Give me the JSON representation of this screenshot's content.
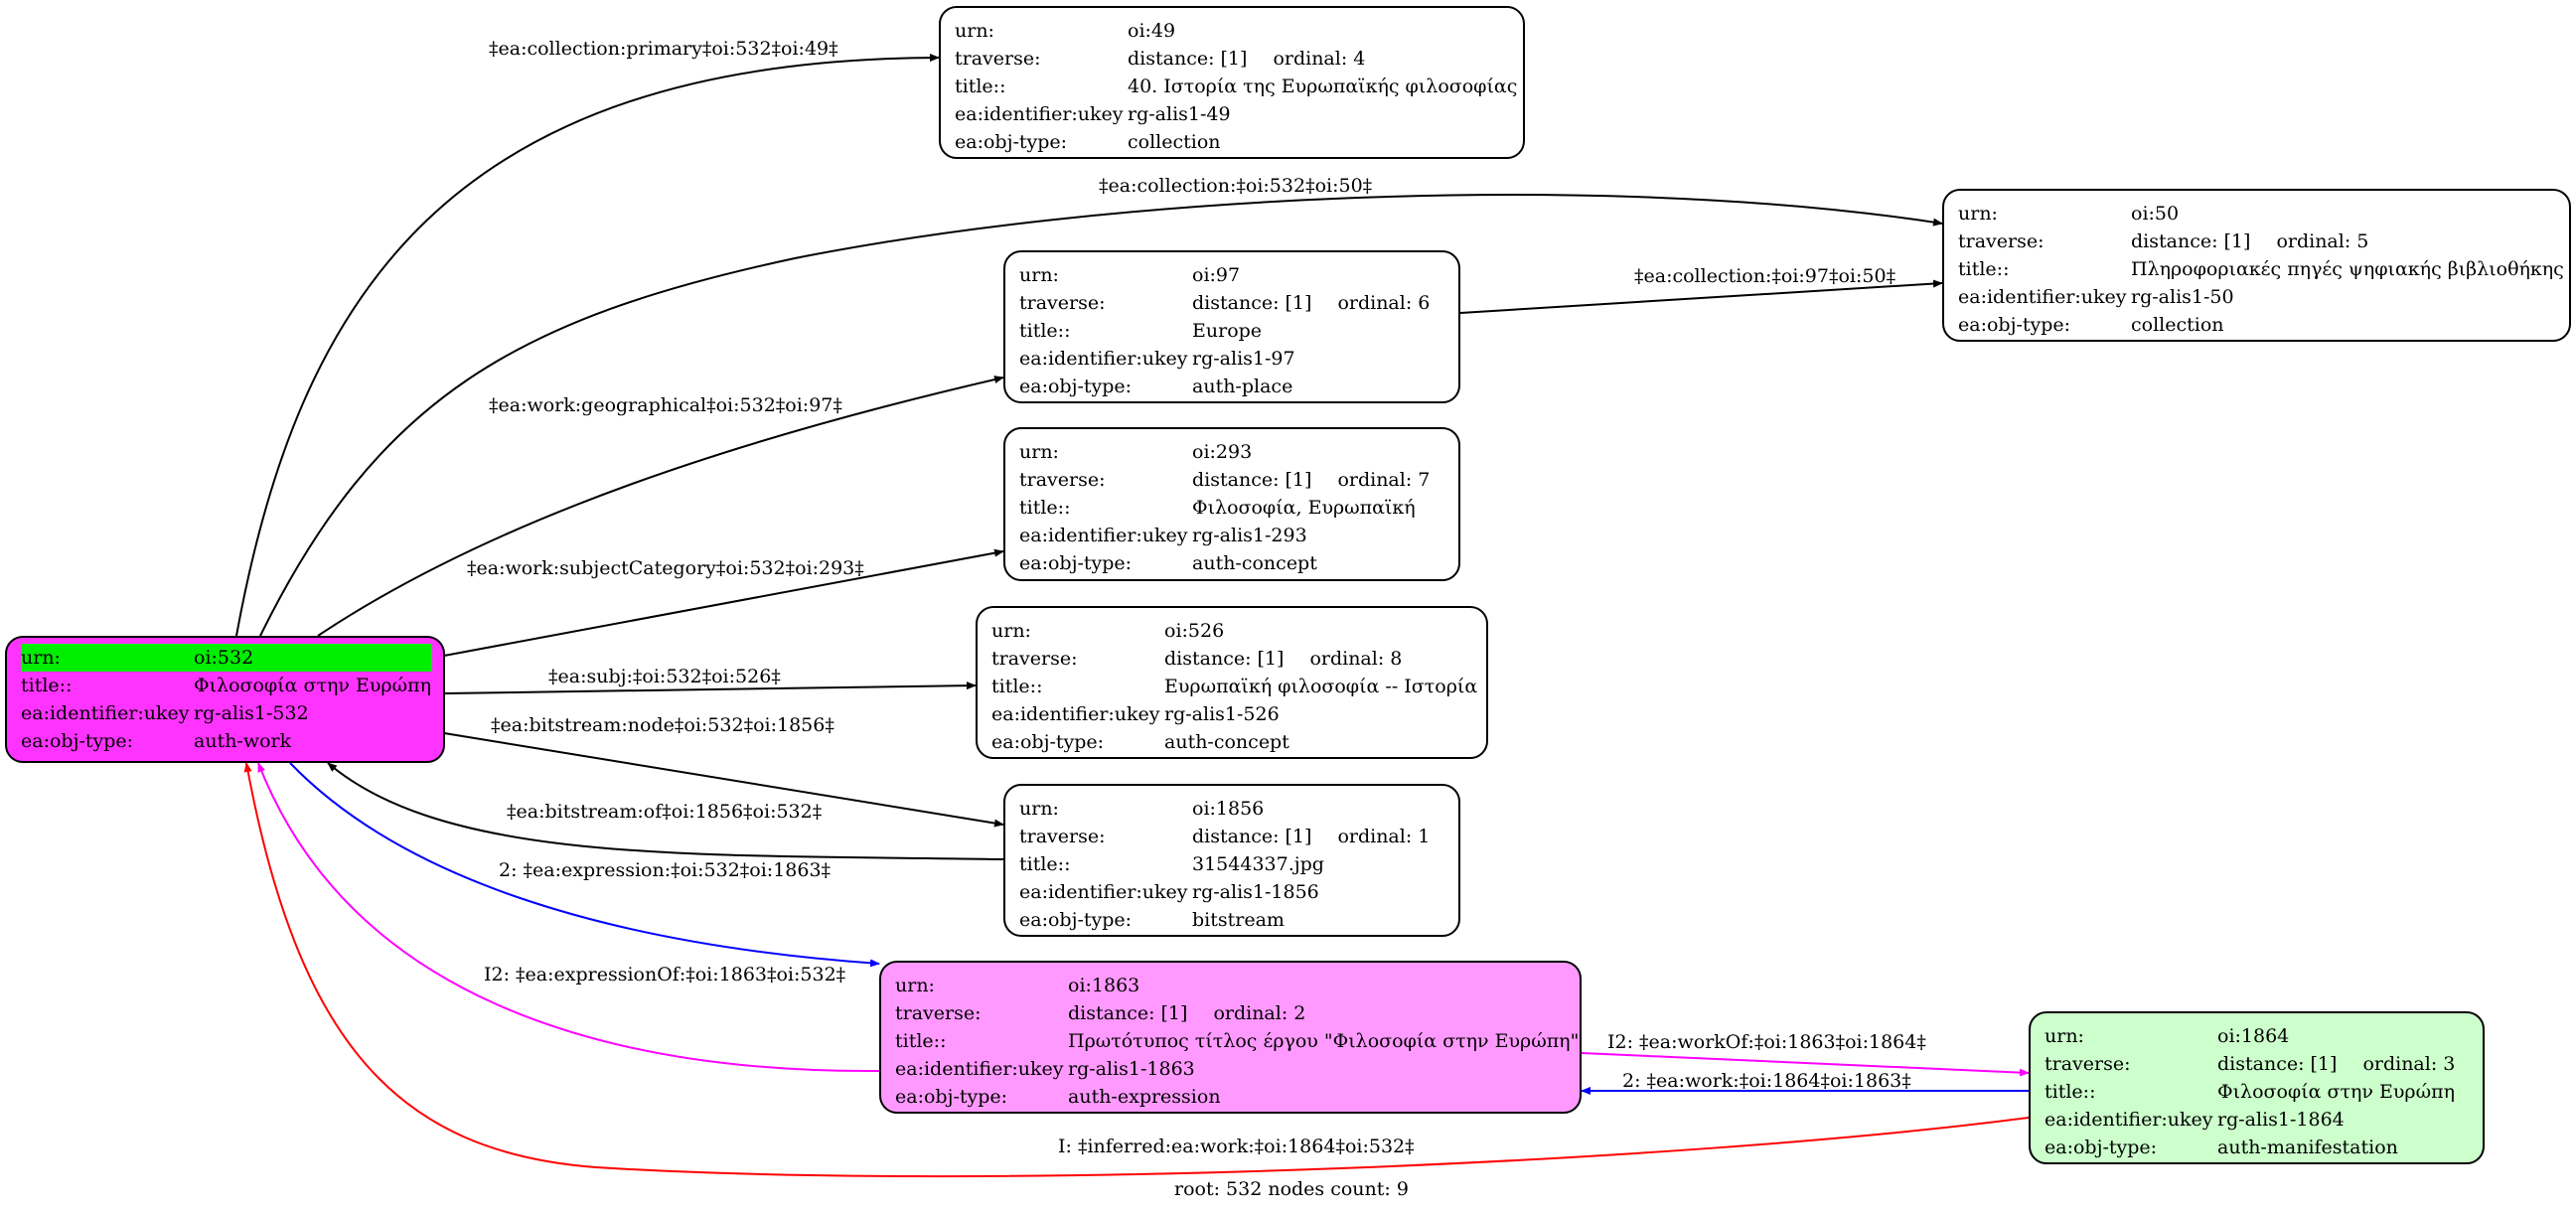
{
  "colors": {
    "root_fill": "#ff33ff",
    "expression_fill": "#ff99ff",
    "manifestation_fill": "#ccffcc",
    "highlight": "#00ee00",
    "edge_blue": "#0000ff",
    "edge_magenta": "#ff00ff",
    "edge_red": "#ff0000"
  },
  "nodes": {
    "n532": {
      "urn_k": "urn:",
      "urn_v": "oi:532",
      "title_k": "title::",
      "title_v": "Φιλοσοφία στην Ευρώπη",
      "ukey_k": "ea:identifier:ukey",
      "ukey_v": "rg-alis1-532",
      "type_k": "ea:obj-type:",
      "type_v": "auth-work"
    },
    "n49": {
      "urn_k": "urn:",
      "urn_v": "oi:49",
      "trav_k": "traverse:",
      "dist": "distance: [1]",
      "ord": "ordinal: 4",
      "title_k": "title::",
      "title_v": "40. Ιστορία της Ευρωπαϊκής φιλοσοφίας",
      "ukey_k": "ea:identifier:ukey",
      "ukey_v": "rg-alis1-49",
      "type_k": "ea:obj-type:",
      "type_v": "collection"
    },
    "n50": {
      "urn_k": "urn:",
      "urn_v": "oi:50",
      "trav_k": "traverse:",
      "dist": "distance: [1]",
      "ord": "ordinal: 5",
      "title_k": "title::",
      "title_v": "Πληροφοριακές πηγές ψηφιακής βιβλιοθήκης",
      "ukey_k": "ea:identifier:ukey",
      "ukey_v": "rg-alis1-50",
      "type_k": "ea:obj-type:",
      "type_v": "collection"
    },
    "n97": {
      "urn_k": "urn:",
      "urn_v": "oi:97",
      "trav_k": "traverse:",
      "dist": "distance: [1]",
      "ord": "ordinal: 6",
      "title_k": "title::",
      "title_v": "Europe",
      "ukey_k": "ea:identifier:ukey",
      "ukey_v": "rg-alis1-97",
      "type_k": "ea:obj-type:",
      "type_v": "auth-place"
    },
    "n293": {
      "urn_k": "urn:",
      "urn_v": "oi:293",
      "trav_k": "traverse:",
      "dist": "distance: [1]",
      "ord": "ordinal: 7",
      "title_k": "title::",
      "title_v": "Φιλοσοφία, Ευρωπαϊκή",
      "ukey_k": "ea:identifier:ukey",
      "ukey_v": "rg-alis1-293",
      "type_k": "ea:obj-type:",
      "type_v": "auth-concept"
    },
    "n526": {
      "urn_k": "urn:",
      "urn_v": "oi:526",
      "trav_k": "traverse:",
      "dist": "distance: [1]",
      "ord": "ordinal: 8",
      "title_k": "title::",
      "title_v": "Ευρωπαϊκή φιλοσοφία -- Ιστορία",
      "ukey_k": "ea:identifier:ukey",
      "ukey_v": "rg-alis1-526",
      "type_k": "ea:obj-type:",
      "type_v": "auth-concept"
    },
    "n1856": {
      "urn_k": "urn:",
      "urn_v": "oi:1856",
      "trav_k": "traverse:",
      "dist": "distance: [1]",
      "ord": "ordinal: 1",
      "title_k": "title::",
      "title_v": "31544337.jpg",
      "ukey_k": "ea:identifier:ukey",
      "ukey_v": "rg-alis1-1856",
      "type_k": "ea:obj-type:",
      "type_v": "bitstream"
    },
    "n1863": {
      "urn_k": "urn:",
      "urn_v": "oi:1863",
      "trav_k": "traverse:",
      "dist": "distance: [1]",
      "ord": "ordinal: 2",
      "title_k": "title::",
      "title_v": "Πρωτότυπος τίτλος έργου \"Φιλοσοφία στην Ευρώπη\"",
      "ukey_k": "ea:identifier:ukey",
      "ukey_v": "rg-alis1-1863",
      "type_k": "ea:obj-type:",
      "type_v": "auth-expression"
    },
    "n1864": {
      "urn_k": "urn:",
      "urn_v": "oi:1864",
      "trav_k": "traverse:",
      "dist": "distance: [1]",
      "ord": "ordinal: 3",
      "title_k": "title::",
      "title_v": "Φιλοσοφία στην Ευρώπη",
      "ukey_k": "ea:identifier:ukey",
      "ukey_v": "rg-alis1-1864",
      "type_k": "ea:obj-type:",
      "type_v": "auth-manifestation"
    }
  },
  "edges": {
    "e49": "‡ea:collection:primary‡oi:532‡oi:49‡",
    "e50": "‡ea:collection:‡oi:532‡oi:50‡",
    "e97to50": "‡ea:collection:‡oi:97‡oi:50‡",
    "e97": "‡ea:work:geographical‡oi:532‡oi:97‡",
    "e293": "‡ea:work:subjectCategory‡oi:532‡oi:293‡",
    "e526": "‡ea:subj:‡oi:532‡oi:526‡",
    "e1856": "‡ea:bitstream:node‡oi:532‡oi:1856‡",
    "e1856back": "‡ea:bitstream:of‡oi:1856‡oi:532‡",
    "e1863": "2: ‡ea:expression:‡oi:532‡oi:1863‡",
    "e1863back": "I2: ‡ea:expressionOf:‡oi:1863‡oi:532‡",
    "e1864": "I2: ‡ea:workOf:‡oi:1863‡oi:1864‡",
    "e1864back": "2: ‡ea:work:‡oi:1864‡oi:1863‡",
    "einferred": "I: ‡inferred:ea:work:‡oi:1864‡oi:532‡"
  },
  "footer": "root: 532 nodes count: 9"
}
